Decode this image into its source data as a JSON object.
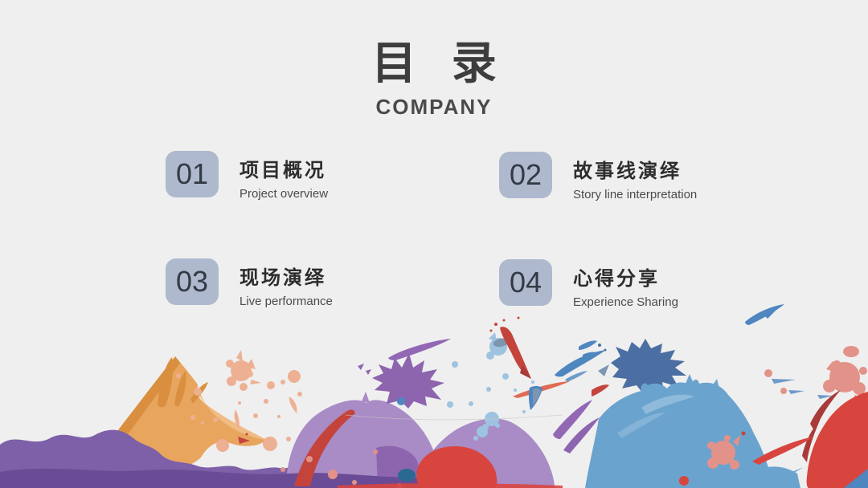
{
  "slide": {
    "title": "目 录",
    "subtitle": "COMPANY"
  },
  "toc": {
    "items": [
      {
        "number": "01",
        "title": "项目概况",
        "subtitle": "Project overview"
      },
      {
        "number": "02",
        "title": "故事线演绎",
        "subtitle": "Story line interpretation"
      },
      {
        "number": "03",
        "title": "现场演绎",
        "subtitle": "Live performance"
      },
      {
        "number": "04",
        "title": "心得分享",
        "subtitle": "Experience Sharing"
      }
    ]
  },
  "colors": {
    "background": "#efefef",
    "title_text": "#3d3d3d",
    "subtitle_text": "#4a4a4a",
    "badge_background": "#aeb9ce",
    "badge_number": "#333a45",
    "item_title": "#2d2d2d",
    "item_subtitle": "#4b4b4b",
    "decor_palette": {
      "purple": "#7d60a8",
      "purple_dark": "#6a4b95",
      "mauve": "#a98bc6",
      "purple_mid": "#8d65ae",
      "violet": "#9268b5",
      "orange": "#e8a55e",
      "orange_dark": "#d98f3f",
      "orange_light": "#f0bc85",
      "peach": "#eeb093",
      "salmon": "#e29288",
      "red": "#d8453e",
      "rose": "#c4443c",
      "red_dark": "#a93a3a",
      "coral": "#e06a55",
      "blue": "#6ba3cf",
      "blue_light": "#9ec3e0",
      "blue_mid": "#4e86c0",
      "slate": "#4c6fa3",
      "slate_light": "#7e95b0",
      "teal": "#2a6a92"
    }
  }
}
